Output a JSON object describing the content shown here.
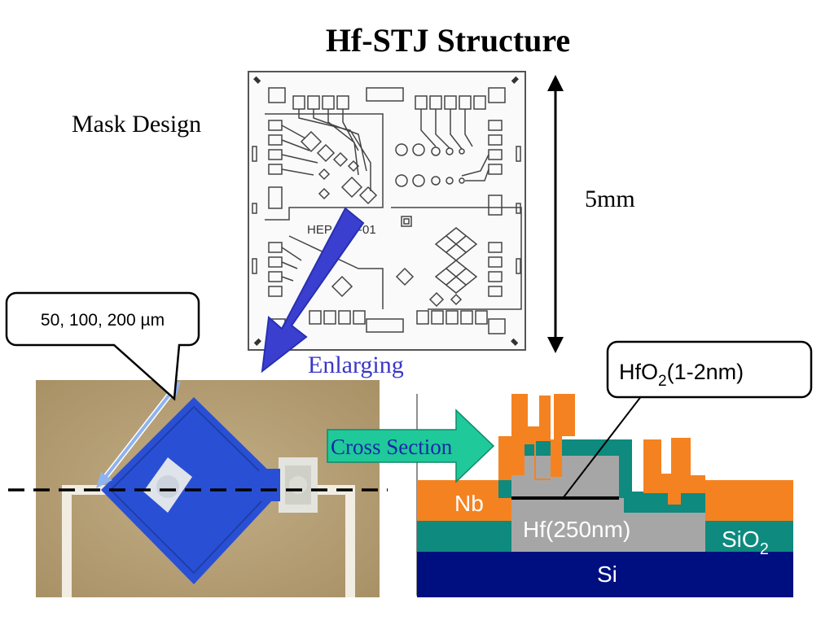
{
  "title": "Hf-STJ Structure",
  "mask_design_label": "Mask Design",
  "mask_chip_text": "HEP",
  "mask_chip_text2": "-01",
  "dimension_label": "5mm",
  "enlarging_label": "Enlarging",
  "size_callout": "50, 100, 200 µm",
  "cross_section_label": "Cross Section",
  "oxide_callout": {
    "main": "HfO",
    "sub": "2",
    "rest": "(1-2nm)"
  },
  "layers": {
    "nb": "Nb",
    "hf": "Hf(250nm)",
    "sio2_main": "SiO",
    "sio2_sub": "2",
    "si": "Si"
  },
  "colors": {
    "nb": "#f58220",
    "hf": "#a6a6a6",
    "sio2": "#0e8a7e",
    "si": "#000f80",
    "arrow_blue": "#3b3fd0",
    "arrow_green": "#1fc99a",
    "photo_bg": "#b9a27a",
    "junction_blue": "#2f56d6"
  }
}
